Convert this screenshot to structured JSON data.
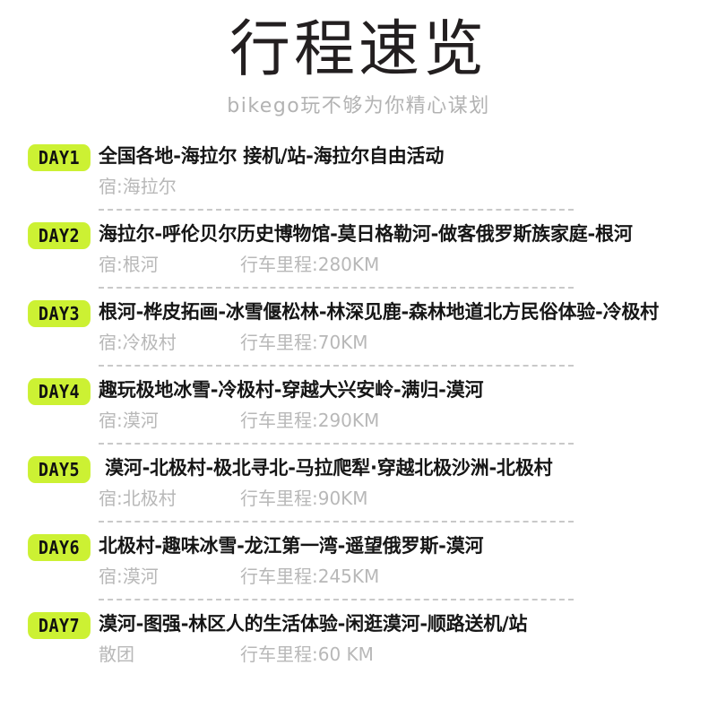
{
  "header": {
    "title": "行程速览",
    "subtitle": "bikego玩不够为你精心谋划"
  },
  "colors": {
    "badge_background": "#ccf133",
    "badge_text": "#111111",
    "route_text": "#161616",
    "meta_text": "#b8b8b8",
    "title_text": "#231f20",
    "subtitle_text": "#b3b3b3",
    "divider": "#c9c9c9",
    "page_background": "#ffffff"
  },
  "itinerary": {
    "days": [
      {
        "badge": "DAY1",
        "route": "全国各地-海拉尔  接机/站-海拉尔自由活动",
        "stay": "宿:海拉尔",
        "distance": "",
        "indent": false
      },
      {
        "badge": "DAY2",
        "route": "海拉尔-呼伦贝尔历史博物馆-莫日格勒河-做客俄罗斯族家庭-根河",
        "stay": "宿:根河",
        "distance": "行车里程:280KM",
        "indent": false
      },
      {
        "badge": "DAY3",
        "route": "根河-桦皮拓画-冰雪偃松林-林深见鹿-森林地道北方民俗体验-冷极村",
        "stay": "宿:冷极村",
        "distance": "行车里程:70KM",
        "indent": false
      },
      {
        "badge": "DAY4",
        "route": "趣玩极地冰雪-冷极村-穿越大兴安岭-满归-漠河",
        "stay": "宿:漠河",
        "distance": "行车里程:290KM",
        "indent": false
      },
      {
        "badge": "DAY5",
        "route": "漠河-北极村-极北寻北-马拉爬犁·穿越北极沙洲-北极村",
        "stay": "宿:北极村",
        "distance": "行车里程:90KM",
        "indent": true
      },
      {
        "badge": "DAY6",
        "route": "北极村-趣味冰雪-龙江第一湾-遥望俄罗斯-漠河",
        "stay": "宿:漠河",
        "distance": "行车里程:245KM",
        "indent": false
      },
      {
        "badge": "DAY7",
        "route": "漠河-图强-林区人的生活体验-闲逛漠河-顺路送机/站",
        "stay": "散团",
        "distance": "行车里程:60 KM",
        "indent": false
      }
    ]
  }
}
